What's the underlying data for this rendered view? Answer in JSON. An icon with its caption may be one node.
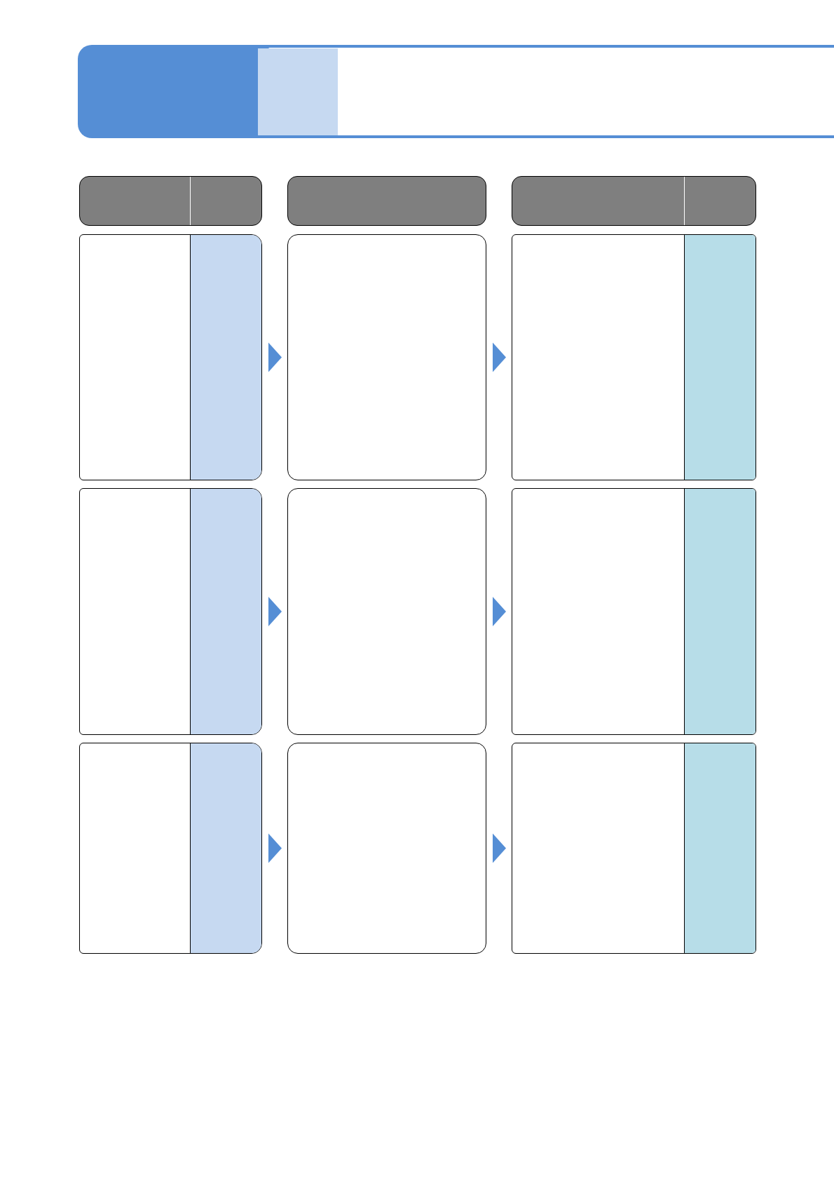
{
  "diagram": {
    "nodes": [
      {
        "text": [],
        "shape": "box"
      },
      {
        "text": [],
        "shape": "box"
      },
      {
        "text": [],
        "shape": "box"
      },
      {
        "text": [],
        "shape": "box"
      },
      {
        "text": [],
        "shape": "box"
      },
      {
        "text": [],
        "shape": "box"
      },
      {
        "text": [],
        "shape": "box"
      },
      {
        "text": [],
        "shape": "box"
      },
      {
        "text": [],
        "shape": "box"
      },
      {
        "text": [],
        "shape": "box"
      },
      {
        "text": [],
        "shape": "box"
      },
      {
        "text": [],
        "shape": "box"
      }
    ],
    "edges": [
      {
        "from": 3,
        "to": 4,
        "arrow": "to"
      },
      {
        "from": 4,
        "to": 5,
        "arrow": "to"
      },
      {
        "from": 6,
        "to": 7,
        "arrow": "to"
      },
      {
        "from": 7,
        "to": 8,
        "arrow": "to"
      },
      {
        "from": 9,
        "to": 10,
        "arrow": "to"
      },
      {
        "from": 10,
        "to": 11,
        "arrow": "to"
      }
    ]
  }
}
